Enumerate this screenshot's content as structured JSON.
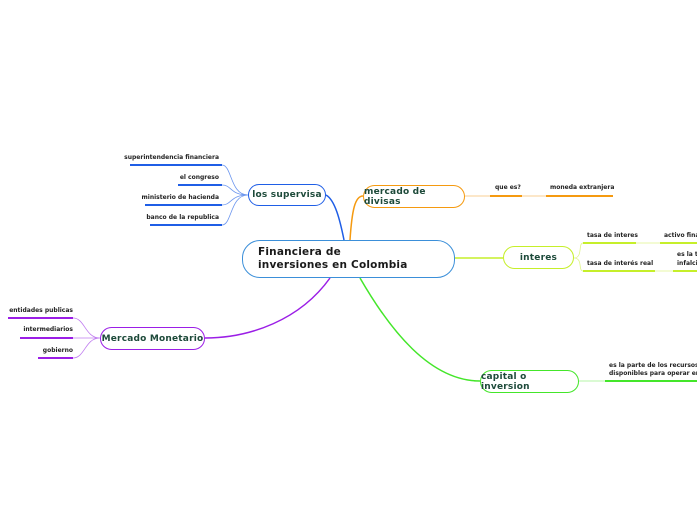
{
  "central": "Financiera de inversiones en Colombia",
  "branches": {
    "supervisa": {
      "label": "los supervisa",
      "color": "#1f5ee6",
      "leaves": [
        "superintendencia financiera",
        "el congreso",
        "ministerio de hacienda",
        "banco de la republica"
      ]
    },
    "divisas": {
      "label": "mercado de divisas",
      "color": "#f59a10",
      "leaves": [
        "que es?",
        "moneda extranjera"
      ]
    },
    "interes": {
      "label": "interes",
      "color": "#c6ef2a",
      "leaves": [
        "tasa de interes",
        "activo finan",
        "tasa de interés real",
        "es la ta",
        "infalcio"
      ]
    },
    "monetario": {
      "label": "Mercado Monetario",
      "color": "#9b1ee6",
      "leaves": [
        "entidades publicas",
        "intermediarios",
        "gobierno"
      ]
    },
    "capital": {
      "label": "capital o inversion",
      "color": "#44e62a",
      "leaves": [
        "es la parte de los recursos fin",
        "disponibles para operar en el"
      ]
    }
  }
}
